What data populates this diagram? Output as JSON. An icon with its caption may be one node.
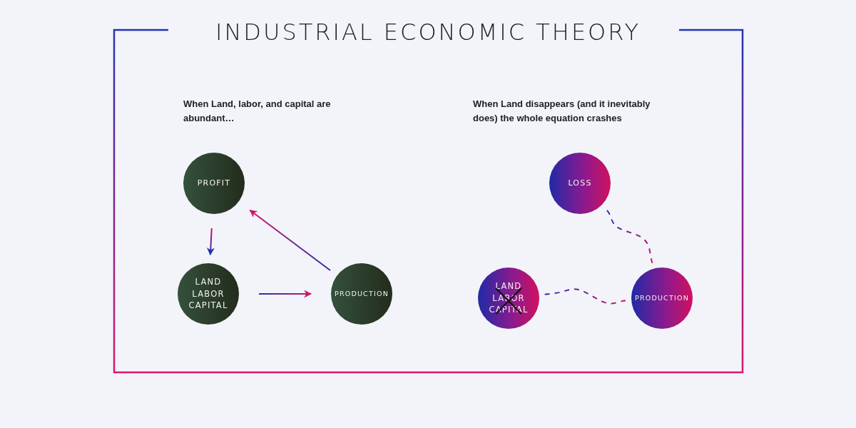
{
  "diagram": {
    "title": "INDUSTRIAL ECONOMIC THEORY",
    "nodes": [
      {
        "text": [
          "PROFIT"
        ]
      },
      {
        "text": [
          "LAND LABOR CAPITAL"
        ]
      },
      {
        "text": [
          "PRODUCTION"
        ]
      },
      {
        "text": [
          "LOSS"
        ]
      },
      {
        "text": [
          "LAND LABOR CAPITAL"
        ]
      },
      {
        "text": [
          "PRODUCTION"
        ]
      }
    ],
    "edges": [
      {
        "from": 0,
        "to": 1,
        "arrow": "to"
      },
      {
        "from": 1,
        "to": 2,
        "arrow": "to"
      },
      {
        "from": 2,
        "to": 0,
        "arrow": "to"
      },
      {
        "from": 5,
        "to": 3,
        "arrow": "none",
        "style": "dashed"
      },
      {
        "from": 4,
        "to": 5,
        "arrow": "none",
        "style": "dashed"
      }
    ],
    "labels": [
      "When Land, labor,  and capital are abundant…",
      "When Land disappears (and it inevitably does) the whole equation crashes"
    ]
  }
}
